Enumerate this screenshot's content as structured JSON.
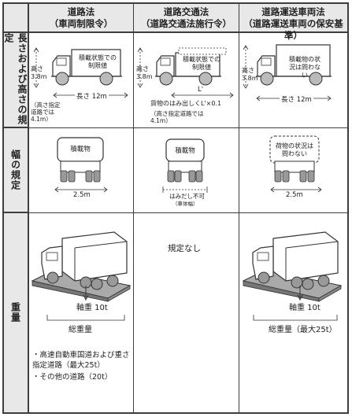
{
  "columns": [
    {
      "title": "道路法",
      "subtitle": "（車両制限令）"
    },
    {
      "title": "道路交通法",
      "subtitle": "（道路交通法施行令）"
    },
    {
      "title": "道路運送車両法",
      "subtitle": "（道路運送車両の保安基準）"
    }
  ],
  "rows": [
    {
      "label": "長さおよび高さの規定"
    },
    {
      "label": "幅の規定"
    },
    {
      "label": "重量"
    }
  ],
  "size_row": {
    "col1": {
      "cargo": "積載状態での制限値",
      "height": "高さ 3.8m",
      "length": "長さ 12m",
      "note": "（高さ指定道路では 4.1m）"
    },
    "col2": {
      "cargo": "積載状態での制限値",
      "height": "高さ 3.8m",
      "length_mark": "L'",
      "overhang": "貨物のはみ出しくL'×0.1",
      "note": "（高さ指定道路では 4.1m）"
    },
    "col3": {
      "cargo": "積載物の状況は問わない",
      "height": "高さ 3.8m",
      "length": "長さ 12m"
    }
  },
  "width_row": {
    "col1": {
      "cargo": "積載物",
      "width": "2.5m"
    },
    "col2": {
      "cargo": "積載物",
      "note": "はみだし不可",
      "note2": "（車体幅）"
    },
    "col3": {
      "cargo": "荷物の状況は問わない",
      "width": "2.5m"
    }
  },
  "weight_row": {
    "col1": {
      "axle": "軸重 10t",
      "gross": "総重量",
      "items": [
        "高速自動車国道および重さ指定道路（最大25t）",
        "その他の道路（20t）"
      ]
    },
    "col2": {
      "none": "規定なし"
    },
    "col3": {
      "axle": "軸重 10t",
      "gross": "総重量（最大25t）"
    }
  }
}
